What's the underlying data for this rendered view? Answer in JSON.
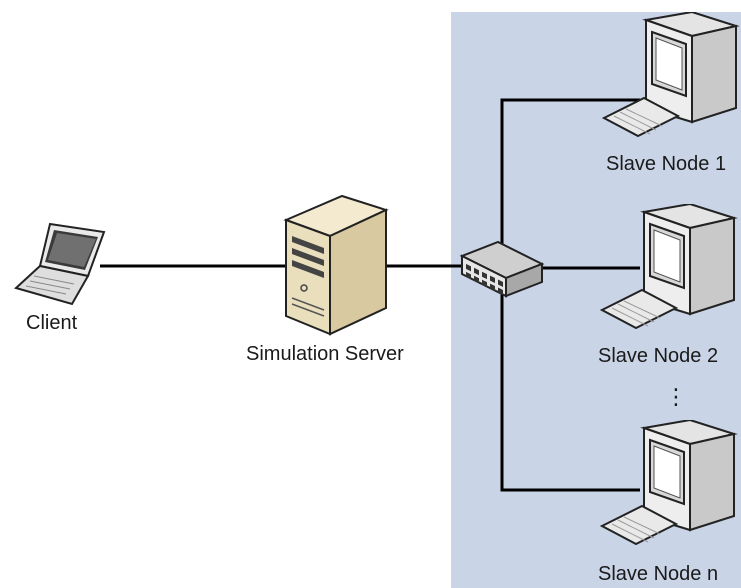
{
  "labels": {
    "client": "Client",
    "server": "Simulation Server",
    "ellipsis": "⋮"
  },
  "slave_nodes": [
    {
      "label": "Slave Node 1"
    },
    {
      "label": "Slave Node 2"
    },
    {
      "label": "Slave Node n"
    }
  ],
  "colors": {
    "cluster_background": "#c9d4e6",
    "wire": "#000000"
  },
  "icons": {
    "client": "laptop-icon",
    "server": "server-tower-icon",
    "switch": "network-switch-icon",
    "slave": "desktop-computer-icon"
  }
}
